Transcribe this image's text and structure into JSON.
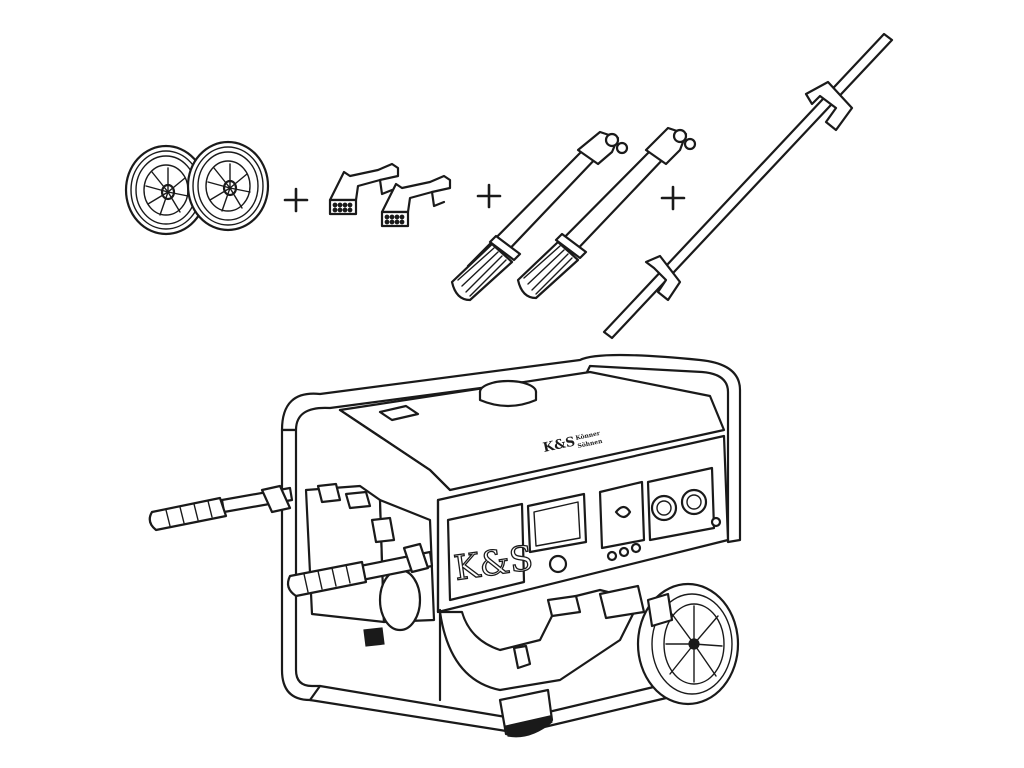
{
  "diagram": {
    "logo_mark": "K&S",
    "logo_tagline_line1": "Könner",
    "logo_tagline_line2": "Söhnen",
    "operators": [
      "+",
      "+",
      "+"
    ],
    "components": [
      {
        "name": "wheels",
        "quantity": 2
      },
      {
        "name": "support-feet",
        "quantity": 2
      },
      {
        "name": "handles",
        "quantity": 2
      },
      {
        "name": "support-bar",
        "quantity": 1
      },
      {
        "name": "generator",
        "quantity": 1
      }
    ]
  }
}
